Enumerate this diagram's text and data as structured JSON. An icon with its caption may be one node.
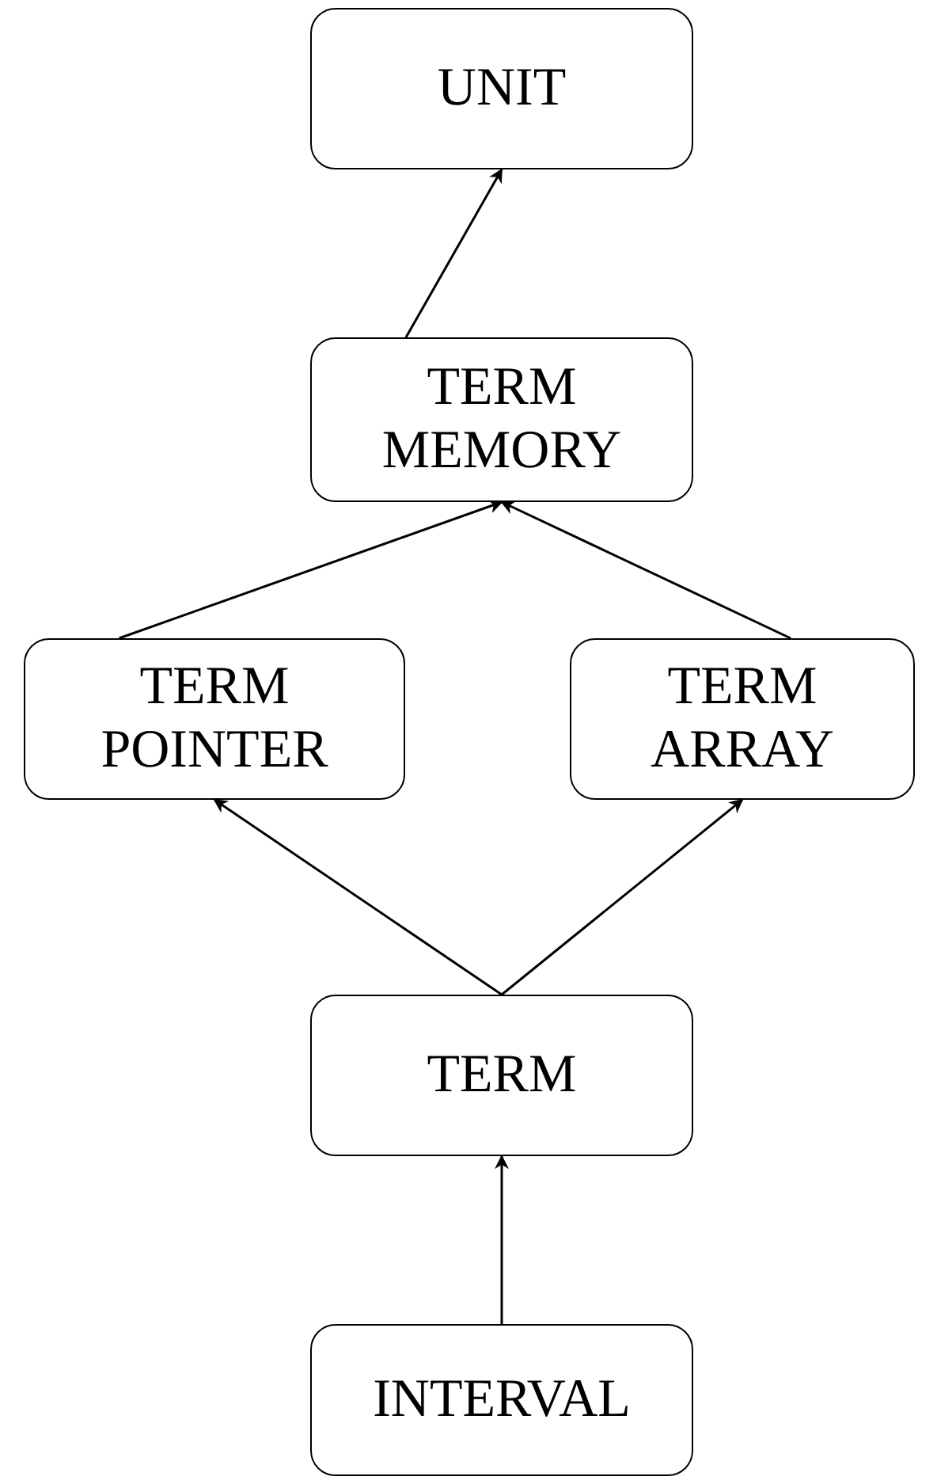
{
  "diagram": {
    "nodes": [
      {
        "text": [
          "UNIT"
        ]
      },
      {
        "text": [
          "TERM MEMORY"
        ]
      },
      {
        "text": [
          "TERM POINTER"
        ]
      },
      {
        "text": [
          "TERM ARRAY"
        ]
      },
      {
        "text": [
          "TERM"
        ]
      },
      {
        "text": [
          "INTERVAL"
        ]
      }
    ],
    "edges": [
      {
        "from": 1,
        "to": 0,
        "arrow": "to"
      },
      {
        "from": 2,
        "to": 1,
        "arrow": "to"
      },
      {
        "from": 3,
        "to": 1,
        "arrow": "to"
      },
      {
        "from": 4,
        "to": 2,
        "arrow": "to"
      },
      {
        "from": 4,
        "to": 3,
        "arrow": "to"
      },
      {
        "from": 5,
        "to": 4,
        "arrow": "to"
      }
    ]
  }
}
